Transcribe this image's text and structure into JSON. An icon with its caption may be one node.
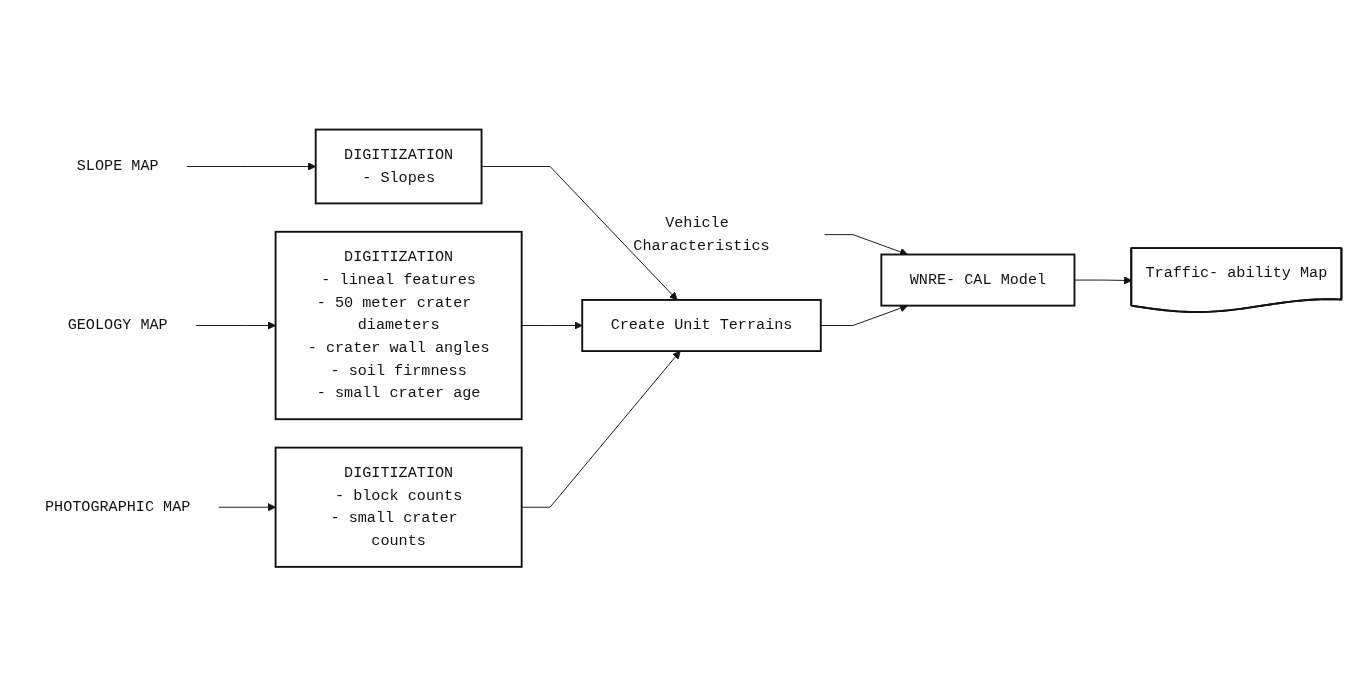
{
  "diagram": {
    "nodes": [
      {
        "text": [
          "SLOPE MAP"
        ]
      },
      {
        "text": [
          "DIGITIZATION",
          "- Slopes"
        ]
      },
      {
        "text": [
          "GEOLOGY MAP"
        ]
      },
      {
        "text": [
          "DIGITIZATION",
          "- lineal features",
          "- 50 meter crater diameters",
          "- crater wall angles",
          "- soil firmness",
          "- small crater age"
        ]
      },
      {
        "text": [
          "PHOTOGRAPHIC MAP"
        ]
      },
      {
        "text": [
          "DIGITIZATION",
          "- block counts",
          "- small crater counts"
        ]
      },
      {
        "text": [
          "Vehicle Characteristics"
        ]
      },
      {
        "text": [
          "Create Unit Terrains"
        ]
      },
      {
        "text": [
          "WNRE- CAL Model"
        ]
      },
      {
        "text": [
          "Traffic- ability Map"
        ]
      }
    ],
    "edges": [
      {
        "from": 0,
        "to": 1,
        "arrow": "to"
      },
      {
        "from": 2,
        "to": 3,
        "arrow": "to"
      },
      {
        "from": 4,
        "to": 5,
        "arrow": "to"
      },
      {
        "from": 1,
        "to": 7,
        "arrow": "to"
      },
      {
        "from": 3,
        "to": 7,
        "arrow": "to"
      },
      {
        "from": 5,
        "to": 7,
        "arrow": "to"
      },
      {
        "from": 6,
        "to": 8,
        "arrow": "to"
      },
      {
        "from": 7,
        "to": 8,
        "arrow": "to"
      },
      {
        "from": 8,
        "to": 9,
        "arrow": "to"
      }
    ]
  }
}
